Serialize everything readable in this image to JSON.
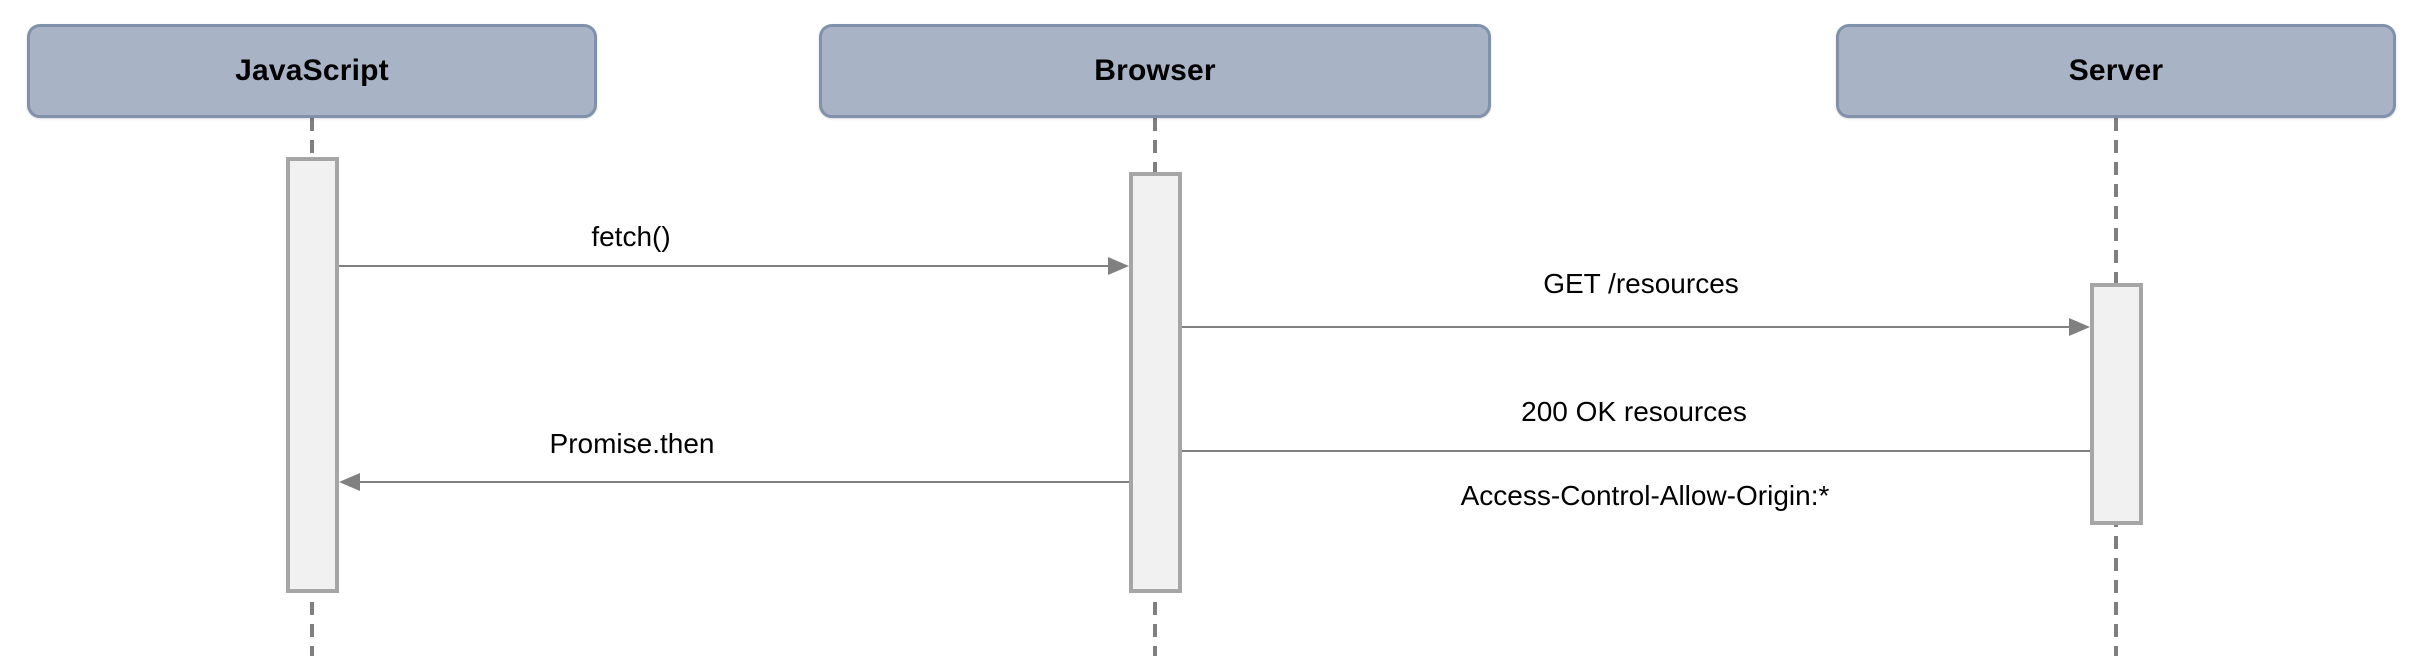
{
  "diagram": {
    "type": "sequence",
    "actors": [
      {
        "id": "javascript",
        "label": "JavaScript"
      },
      {
        "id": "browser",
        "label": "Browser"
      },
      {
        "id": "server",
        "label": "Server"
      }
    ],
    "messages": [
      {
        "label": "fetch()",
        "from": "javascript",
        "to": "browser",
        "arrow": "right"
      },
      {
        "label": "GET /resources",
        "from": "browser",
        "to": "server",
        "arrow": "right"
      },
      {
        "label": "200 OK resources",
        "sublabel": "Access-Control-Allow-Origin:*",
        "from": "server",
        "to": "browser",
        "arrow": "none"
      },
      {
        "label": "Promise.then",
        "from": "browser",
        "to": "javascript",
        "arrow": "left"
      }
    ],
    "colors": {
      "background": "#ffffff",
      "actor_fill": "#a9b3c6",
      "actor_border": "#8091ab",
      "activation_fill": "#f1f1f1",
      "activation_border": "#a6a6a6",
      "lifeline": "#7f7f7f",
      "arrow": "#808080",
      "text": "#000000"
    }
  }
}
